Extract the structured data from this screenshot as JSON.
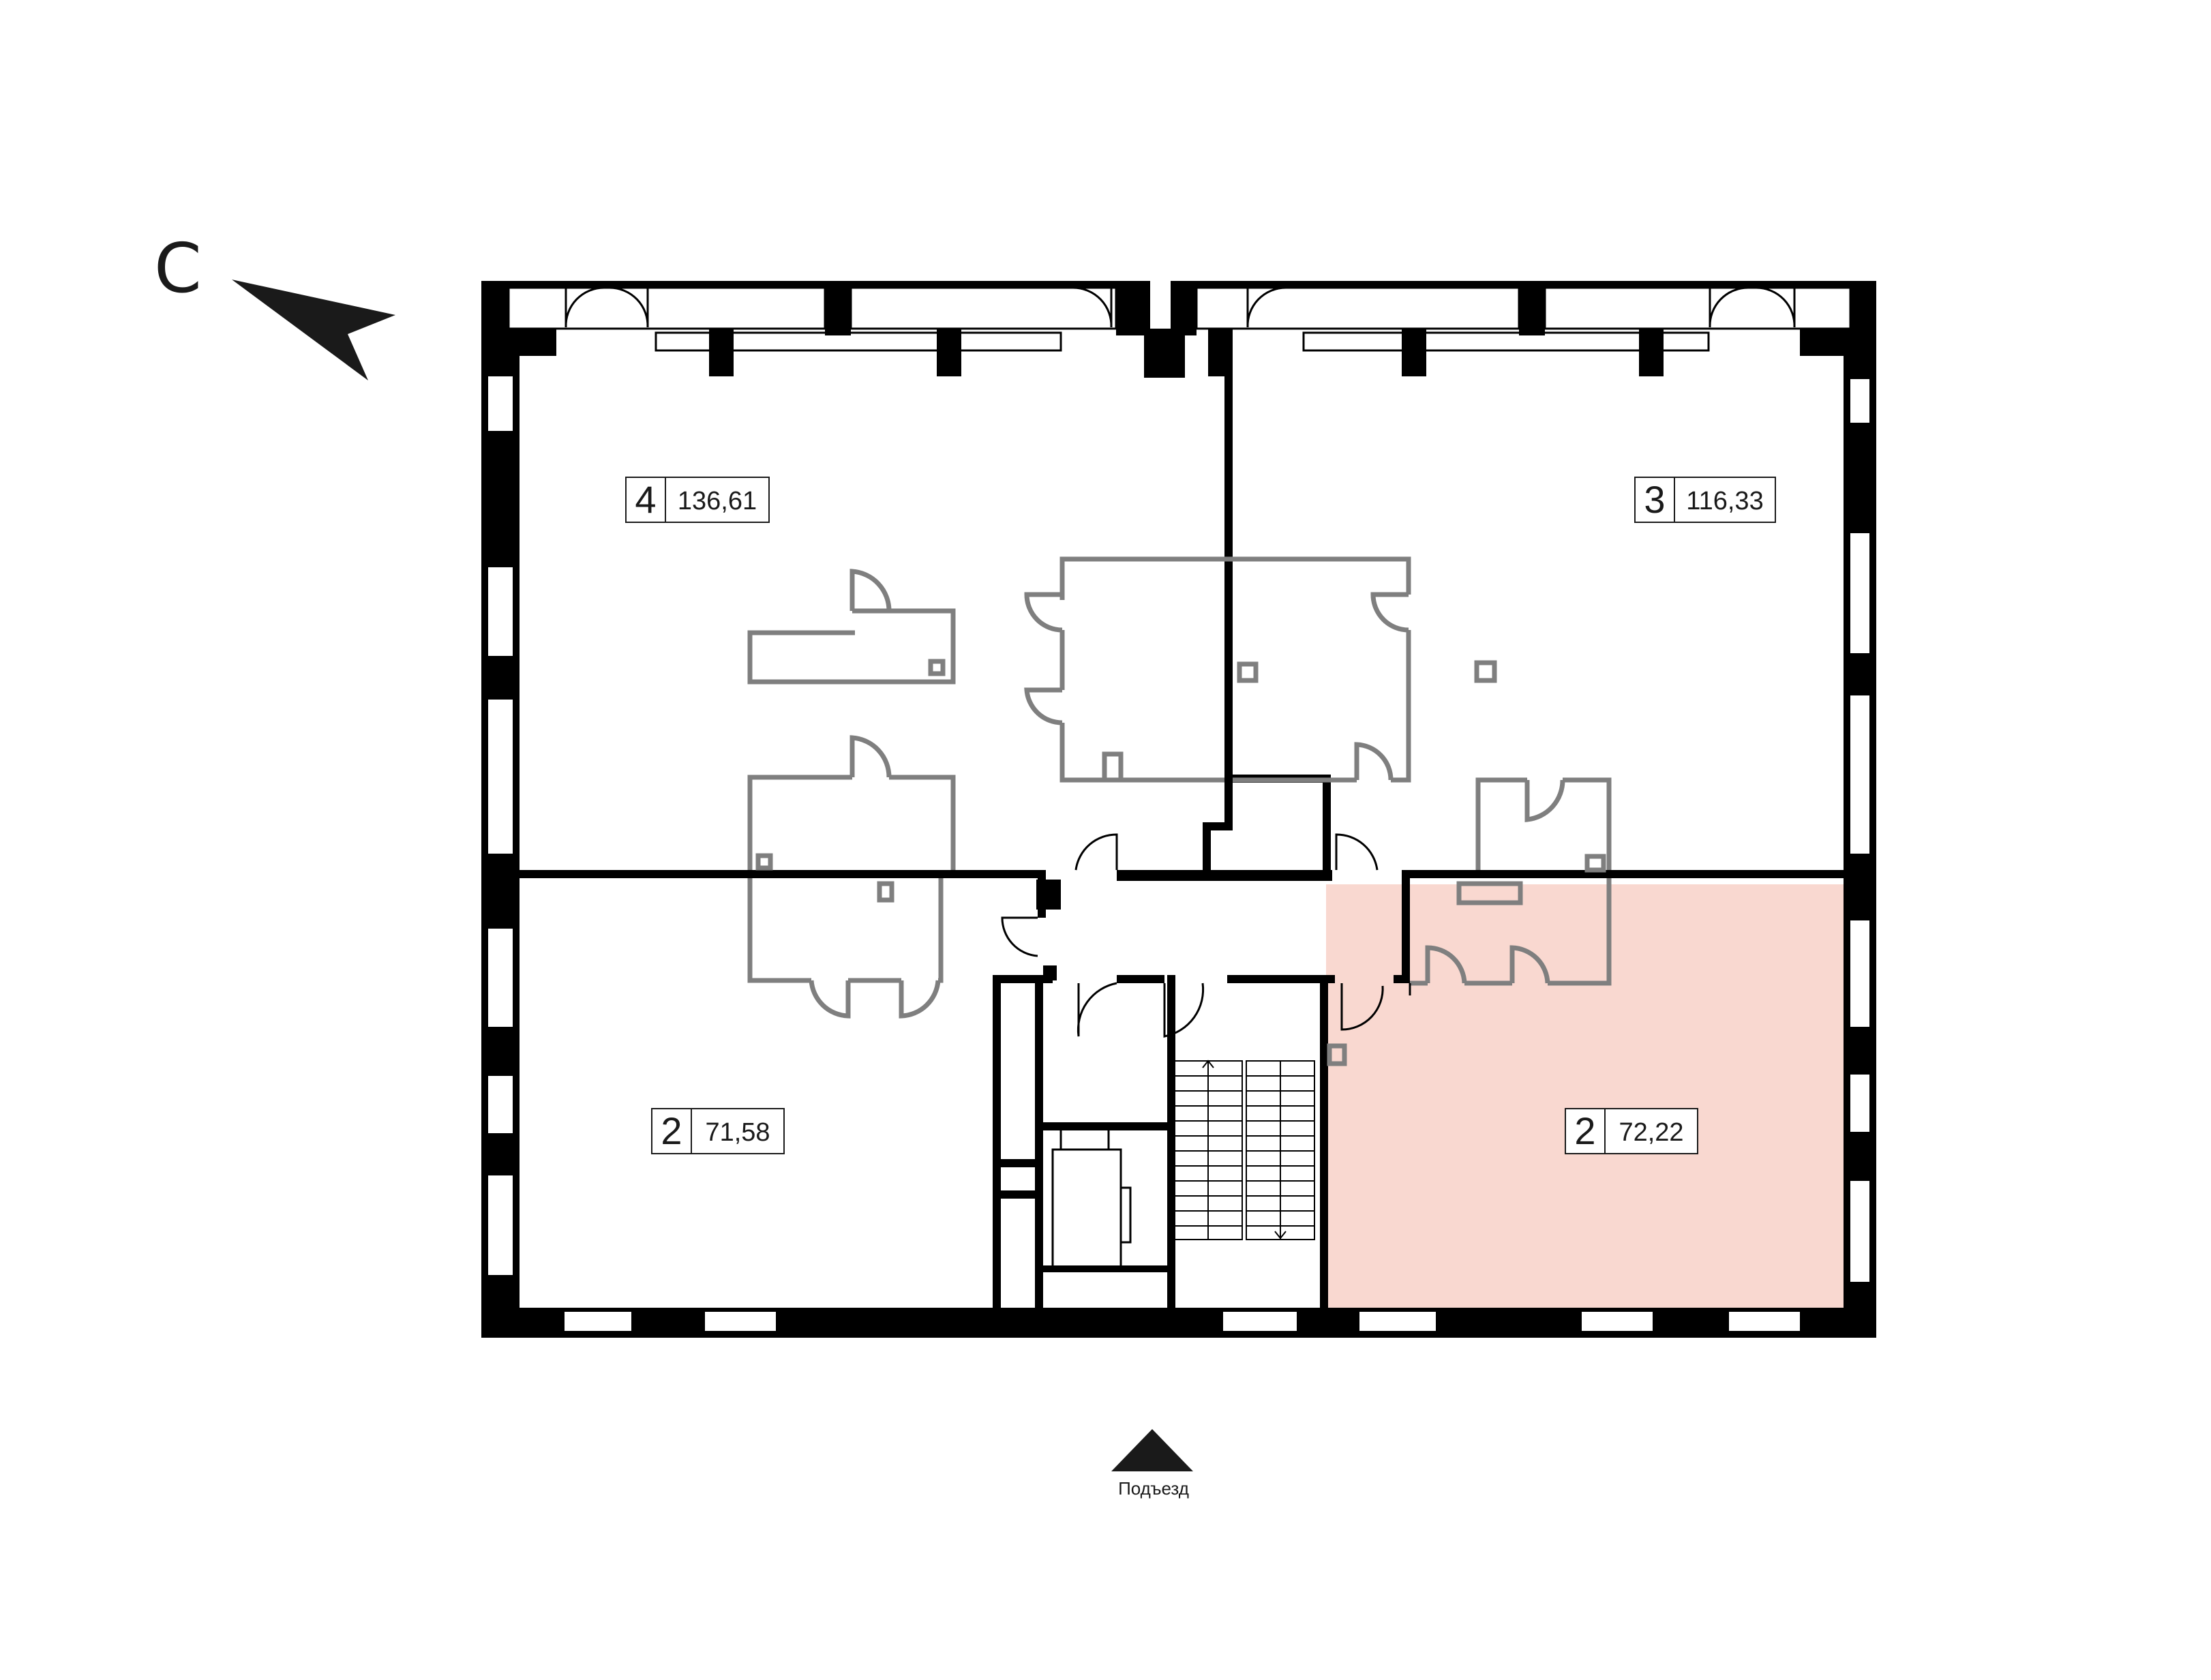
{
  "compass": {
    "letter": "С",
    "icon": "north-arrow-icon"
  },
  "units": [
    {
      "rooms": "4",
      "area": "136,61",
      "highlighted": false
    },
    {
      "rooms": "3",
      "area": "116,33",
      "highlighted": false
    },
    {
      "rooms": "2",
      "area": "71,58",
      "highlighted": false
    },
    {
      "rooms": "2",
      "area": "72,22",
      "highlighted": true
    }
  ],
  "entrance": {
    "label": "Подъезд",
    "icon": "entrance-triangle-icon"
  },
  "colors": {
    "wall": "#000000",
    "partition": "#7f7f7f",
    "highlight": "#f9d8d0"
  }
}
